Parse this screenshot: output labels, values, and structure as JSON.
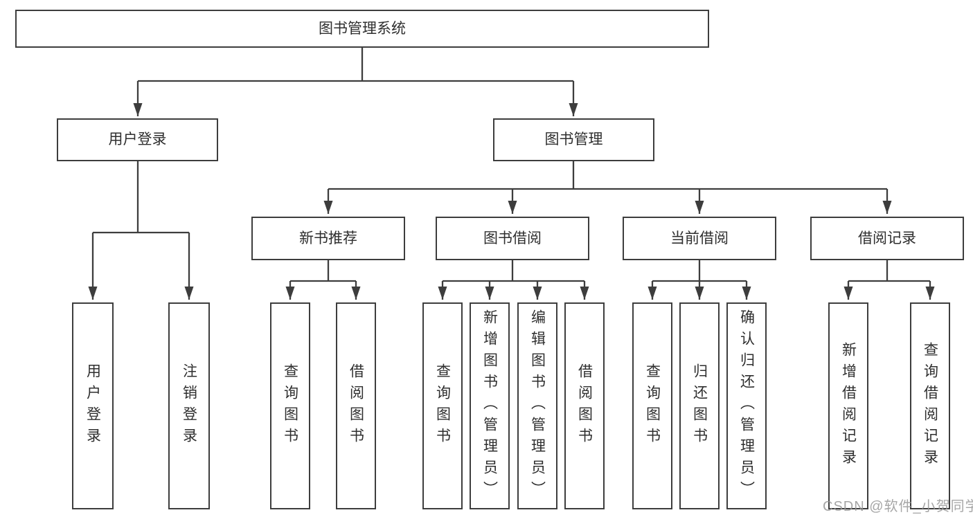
{
  "colors": {
    "line": "#3d3d3d",
    "box_border": "#3d3d3d",
    "text": "#2e2e2e",
    "background": "#ffffff",
    "watermark": "#969696"
  },
  "diagram": {
    "root": {
      "label": "图书管理系统"
    },
    "level2": [
      {
        "id": "user-login-module",
        "label": "用户登录"
      },
      {
        "id": "book-management-module",
        "label": "图书管理"
      }
    ],
    "level3": [
      {
        "id": "new-book-recommend",
        "label": "新书推荐"
      },
      {
        "id": "book-borrowing",
        "label": "图书借阅"
      },
      {
        "id": "current-borrowing",
        "label": "当前借阅"
      },
      {
        "id": "borrowing-records",
        "label": "借阅记录"
      }
    ],
    "leaves": [
      {
        "id": "user-login",
        "label": "用户登录",
        "parent": "user-login-module"
      },
      {
        "id": "logout",
        "label": "注销登录",
        "parent": "user-login-module"
      },
      {
        "id": "query-books-recommend",
        "label": "查询图书",
        "parent": "new-book-recommend"
      },
      {
        "id": "borrow-books-recommend",
        "label": "借阅图书",
        "parent": "new-book-recommend"
      },
      {
        "id": "query-books-borrowing",
        "label": "查询图书",
        "parent": "book-borrowing"
      },
      {
        "id": "add-books-admin",
        "label": "新增图书（管理员）",
        "parent": "book-borrowing"
      },
      {
        "id": "edit-books-admin",
        "label": "编辑图书（管理员）",
        "parent": "book-borrowing"
      },
      {
        "id": "borrow-books",
        "label": "借阅图书",
        "parent": "book-borrowing"
      },
      {
        "id": "query-books-current",
        "label": "查询图书",
        "parent": "current-borrowing"
      },
      {
        "id": "return-books",
        "label": "归还图书",
        "parent": "current-borrowing"
      },
      {
        "id": "confirm-return-admin",
        "label": "确认归还（管理员）",
        "parent": "current-borrowing"
      },
      {
        "id": "add-borrow-record",
        "label": "新增借阅记录",
        "parent": "borrowing-records"
      },
      {
        "id": "query-borrow-record",
        "label": "查询借阅记录",
        "parent": "borrowing-records"
      }
    ]
  },
  "watermark": {
    "text": "CSDN @软件_小贺同学"
  }
}
